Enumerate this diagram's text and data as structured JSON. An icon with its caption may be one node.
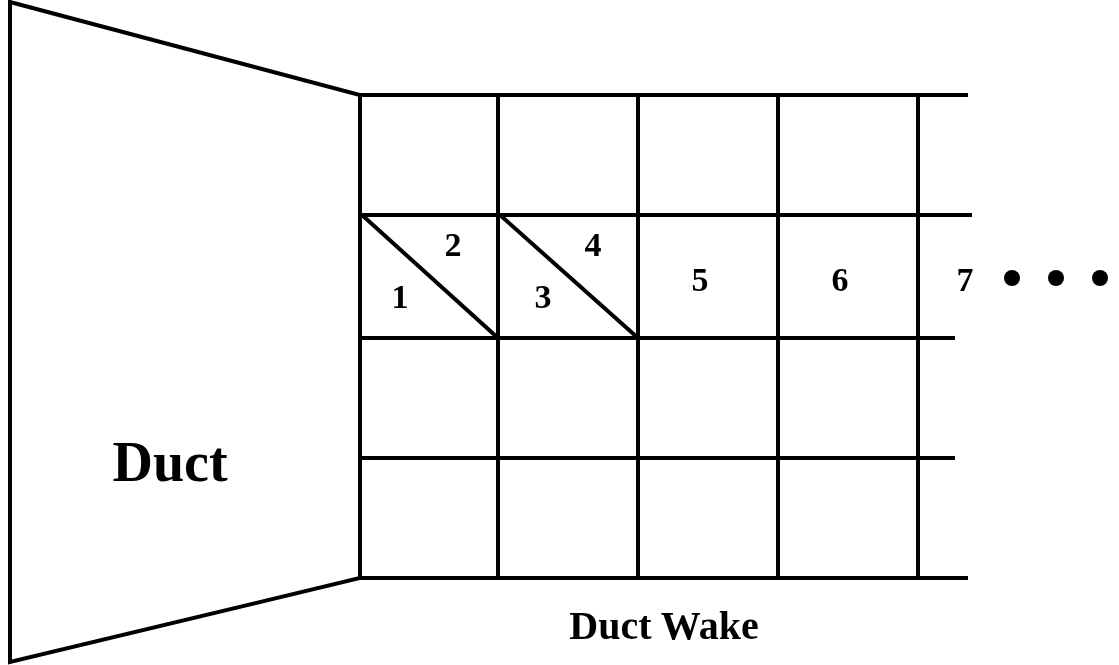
{
  "diagram": {
    "nodes": [
      {
        "text": [
          "Duct"
        ]
      }
    ],
    "edges": [],
    "labels": [
      "2",
      "4",
      "1",
      "3",
      "5",
      "6",
      "7",
      "Duct Wake"
    ]
  }
}
